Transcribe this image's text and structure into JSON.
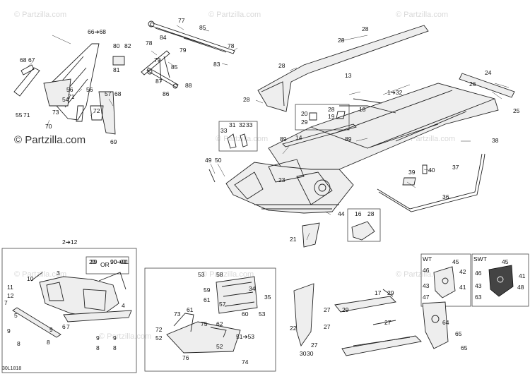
{
  "watermarks": [
    "© Partzilla.com",
    "© Partzilla.com",
    "© Partzilla.com",
    "© Partzilla.com",
    "© Partzilla.com",
    "© Partzilla.com",
    "© Partzilla.com",
    "© Partzilla.com",
    "© Partzilla.com"
  ],
  "main_watermark": "© Partzilla.com",
  "diagram_ref": "30L1818",
  "box_labels": {
    "inset_group": "2➔12",
    "or_text": "OR",
    "or_left": "29",
    "or_right": "90➔91",
    "wt": "WT",
    "swt": "SWT"
  },
  "part_labels": [
    "66➔68",
    "68",
    "67",
    "56",
    "71",
    "54",
    "56",
    "73",
    "55",
    "71",
    "70",
    "72",
    "57",
    "68",
    "69",
    "80",
    "82",
    "81",
    "84",
    "77",
    "78",
    "85",
    "79",
    "78",
    "79",
    "83",
    "85",
    "87",
    "86",
    "88",
    "28",
    "28",
    "13",
    "28",
    "28",
    "1➔32",
    "24",
    "26",
    "25",
    "18",
    "20",
    "29",
    "28",
    "19",
    "31",
    "33",
    "32",
    "33",
    "14",
    "89",
    "89",
    "38",
    "37",
    "40",
    "39",
    "36",
    "49",
    "50",
    "23",
    "44",
    "16",
    "28",
    "21",
    "29",
    "90",
    "91",
    "3",
    "10",
    "11",
    "12",
    "4",
    "5",
    "7",
    "9",
    "8",
    "9",
    "8",
    "6",
    "7",
    "9",
    "8",
    "9",
    "8",
    "53",
    "58",
    "59",
    "61",
    "57",
    "60",
    "53",
    "34",
    "35",
    "73",
    "61",
    "75",
    "62",
    "51➔53",
    "72",
    "52",
    "76",
    "52",
    "74",
    "22",
    "27",
    "27",
    "27",
    "30",
    "30",
    "29",
    "17",
    "29",
    "27",
    "45",
    "42",
    "46",
    "43",
    "41",
    "47",
    "45",
    "46",
    "43",
    "41",
    "48",
    "63",
    "64",
    "65",
    "65"
  ]
}
